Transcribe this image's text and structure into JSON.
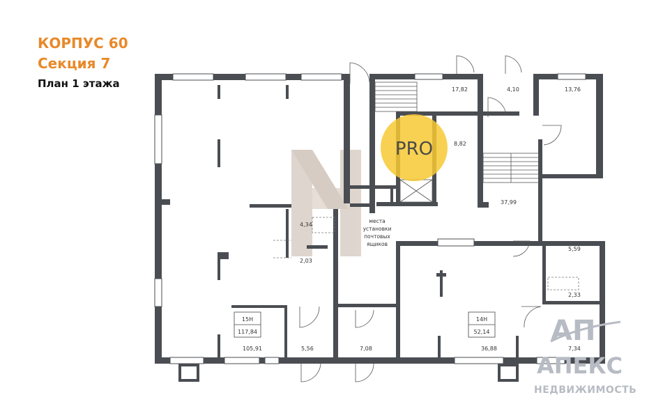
{
  "header": {
    "building": "КОРПУС 60",
    "section": "Секция 7",
    "floor_plan": "План 1 этажа"
  },
  "rooms": {
    "r17_82": "17,82",
    "r4_10": "4,10",
    "r13_76": "13,76",
    "r8_82": "8,82",
    "r37_99": "37,99",
    "r4_34": "4,34",
    "r2_03": "2,03",
    "r5_59": "5,59",
    "r2_33": "2,33",
    "r105_91": "105,91",
    "r5_56": "5,56",
    "r7_08": "7,08",
    "r36_88": "36,88",
    "r7_34": "7,34"
  },
  "units": {
    "u15h_name": "15Н",
    "u15h_area": "117,84",
    "u14h_name": "14Н",
    "u14h_area": "52,14"
  },
  "mailbox_note": [
    "места",
    "установки",
    "почтовых",
    "ящиков"
  ],
  "badge": {
    "text": "PRO",
    "color": "#f7c934"
  },
  "logo": {
    "mark": "АП",
    "name": "АПЕКС",
    "subtitle": "НЕДВИЖИМОСТЬ",
    "color": "#b7bcc4"
  },
  "colors": {
    "wall": "#4a4d52",
    "title": "#e8892a"
  }
}
